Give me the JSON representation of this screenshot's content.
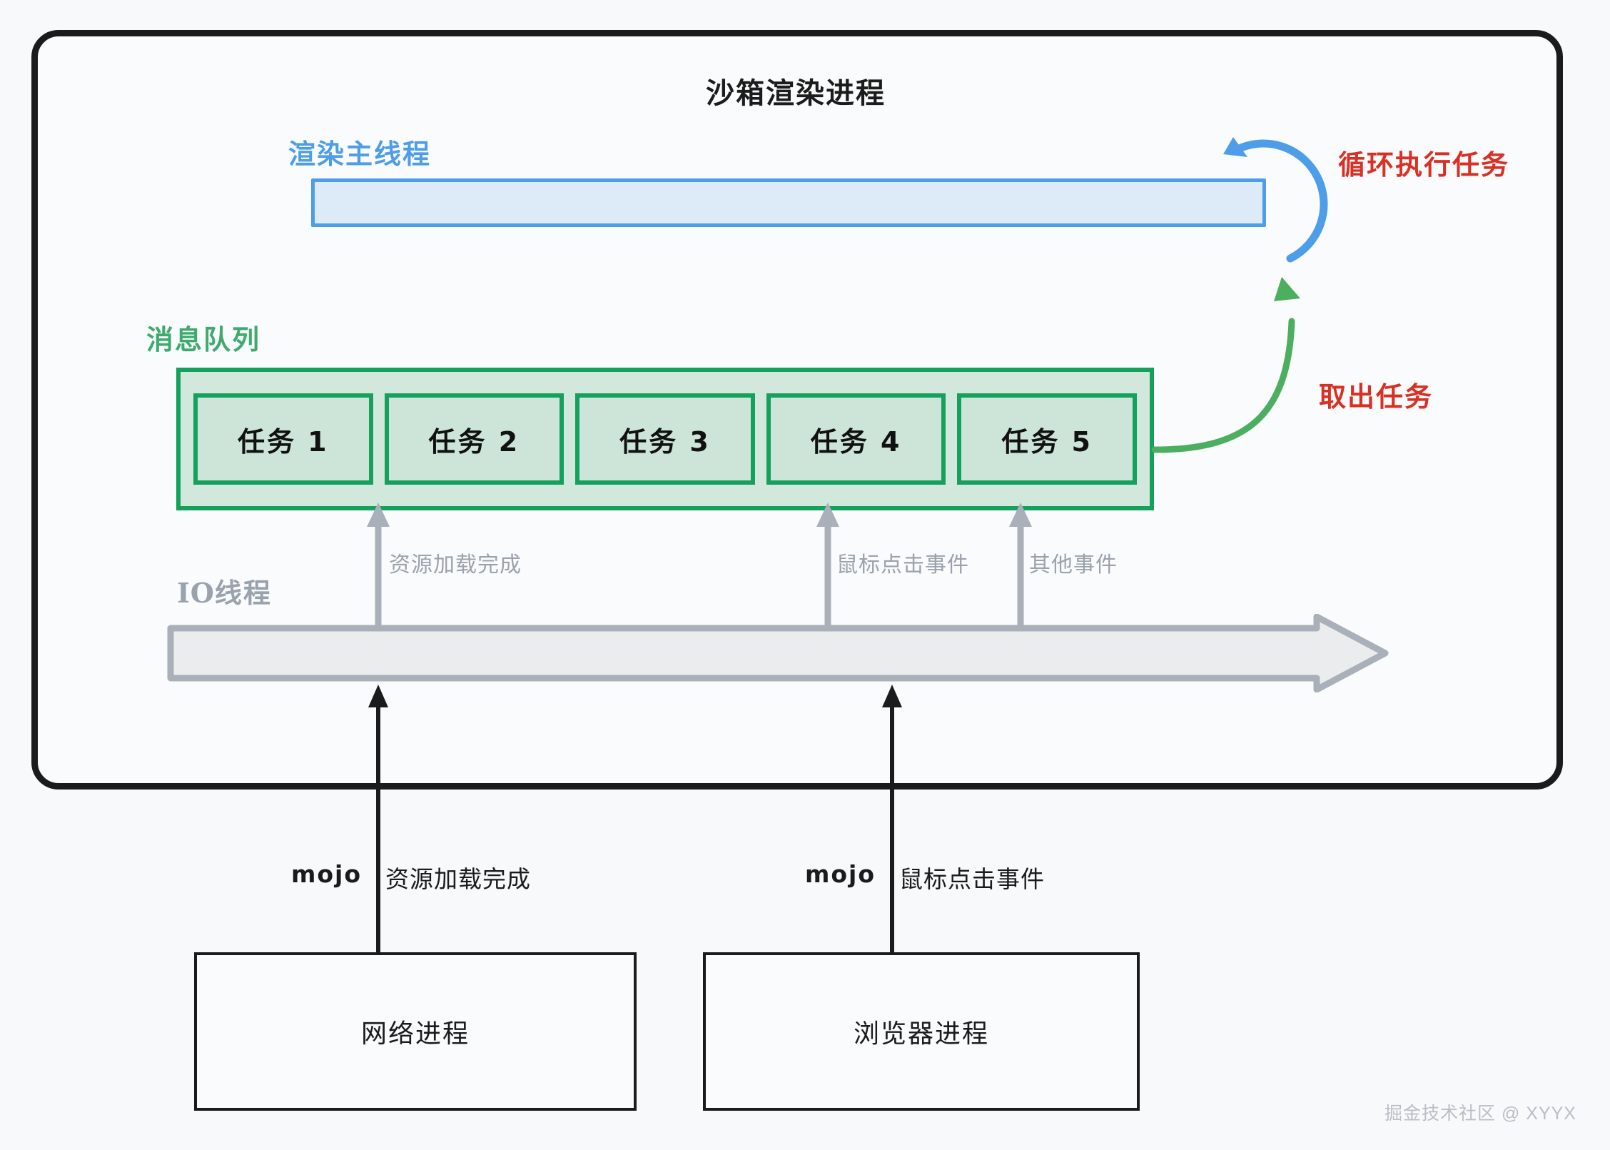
{
  "sandbox": {
    "title": "沙箱渲染进程"
  },
  "render_thread": {
    "label": "渲染主线程",
    "loop_label": "循环执行任务",
    "loop_icon": "circular-arrow-icon"
  },
  "message_queue": {
    "label": "消息队列",
    "tasks": [
      {
        "label": "任务 1"
      },
      {
        "label": "任务 2"
      },
      {
        "label": "任务 3"
      },
      {
        "label": "任务 4"
      },
      {
        "label": "任务 5"
      }
    ],
    "takeout_label": "取出任务"
  },
  "io_thread": {
    "label_mono": "IO",
    "label_rest": "线程",
    "events": [
      {
        "text": "资源加载完成"
      },
      {
        "text": "鼠标点击事件"
      },
      {
        "text": "其他事件"
      }
    ]
  },
  "mojo_channels": [
    {
      "protocol": "mojo",
      "message": "资源加载完成"
    },
    {
      "protocol": "mojo",
      "message": "鼠标点击事件"
    }
  ],
  "processes": [
    {
      "label": "网络进程"
    },
    {
      "label": "浏览器进程"
    }
  ],
  "watermark": "掘金技术社区 @ XYYX",
  "colors": {
    "blue": "#4d9de8",
    "blue_fill": "#ddeaf8",
    "green": "#15a05c",
    "green_label": "#3faa6d",
    "green_fill": "#d3e8dd",
    "red": "#d93025",
    "gray": "#9aa2ac",
    "black": "#1b1b1b"
  }
}
